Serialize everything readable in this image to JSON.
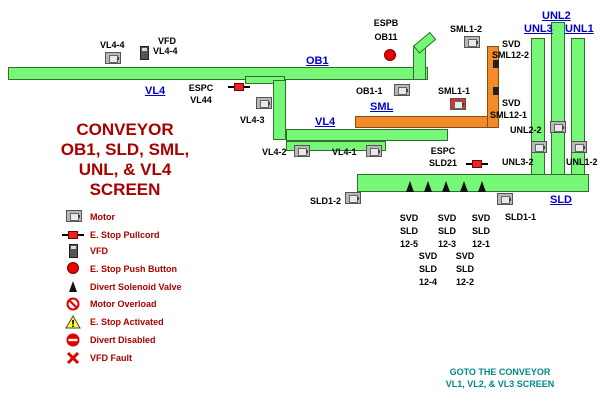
{
  "screen": {
    "title_lines": [
      "CONVEYOR",
      "OB1, SLD, SML,",
      "UNL, & VL4",
      "SCREEN"
    ],
    "goto_lines": [
      "GOTO THE CONVEYOR",
      "VL1, VL2, & VL3 SCREEN"
    ]
  },
  "links": {
    "ob1": "OB1",
    "vl4_left": "VL4",
    "vl4_mid": "VL4",
    "sml": "SML",
    "sld": "SLD",
    "unl1": "UNL1",
    "unl2": "UNL2",
    "unl3": "UNL3"
  },
  "devices": {
    "vl4_4": "VL4-4",
    "vfd_vl4_4": [
      "VFD",
      "VL4-4"
    ],
    "espc_vl44": [
      "ESPC",
      "VL44"
    ],
    "vl4_3": "VL4-3",
    "vl4_2": "VL4-2",
    "vl4_1": "VL4-1",
    "espb_ob11": [
      "ESPB",
      "OB11"
    ],
    "ob1_1": "OB1-1",
    "sml1_2": "SML1-2",
    "svd_sml12_2": [
      "SVD",
      "SML12-2"
    ],
    "sml1_1": "SML1-1",
    "svd_sml12_1": [
      "SVD",
      "SML12-1"
    ],
    "unl2_2": "UNL2-2",
    "unl1_2": "UNL1-2",
    "unl3_2": "UNL3-2",
    "espc_sld21": [
      "ESPC",
      "SLD21"
    ],
    "sld1_2": "SLD1-2",
    "sld1_1": "SLD1-1",
    "svd_sld12_5": [
      "SVD",
      "SLD",
      "12-5"
    ],
    "svd_sld12_3": [
      "SVD",
      "SLD",
      "12-3"
    ],
    "svd_sld12_1": [
      "SVD",
      "SLD",
      "12-1"
    ],
    "svd_sld12_4": [
      "SVD",
      "SLD",
      "12-4"
    ],
    "svd_sld12_2": [
      "SVD",
      "SLD",
      "12-2"
    ]
  },
  "legend": [
    {
      "icon": "motor-icon",
      "label": "Motor"
    },
    {
      "icon": "estop-pullcord-icon",
      "label": "E. Stop Pullcord"
    },
    {
      "icon": "vfd-icon",
      "label": "VFD"
    },
    {
      "icon": "estop-push-button-icon",
      "label": "E. Stop Push Button"
    },
    {
      "icon": "divert-solenoid-valve-icon",
      "label": "Divert Solenoid Valve"
    },
    {
      "icon": "motor-overload-icon",
      "label": "Motor Overload"
    },
    {
      "icon": "estop-activated-icon",
      "label": "E. Stop Activated"
    },
    {
      "icon": "divert-disabled-icon",
      "label": "Divert Disabled"
    },
    {
      "icon": "vfd-fault-icon",
      "label": "VFD Fault"
    }
  ],
  "colors": {
    "conveyor": "#77f777",
    "sml_conveyor": "#f28b2a",
    "title": "#aa0000",
    "link": "#0000cc",
    "goto": "#008888"
  }
}
